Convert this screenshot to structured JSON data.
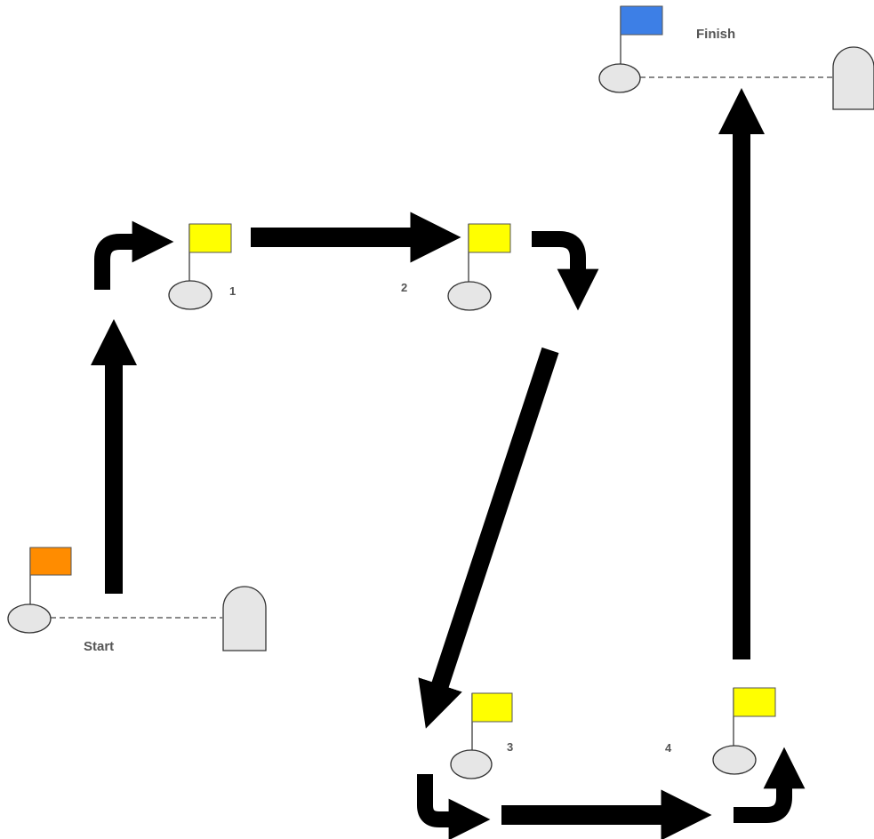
{
  "colors": {
    "start_flag": "#ff8c00",
    "mark_flag": "#ffff00",
    "finish_flag": "#3d7fe6",
    "buoy_fill": "#e6e6e6",
    "buoy_stroke": "#333333",
    "arrow": "#000000"
  },
  "labels": {
    "start": "Start",
    "finish": "Finish",
    "mark1": "1",
    "mark2": "2",
    "mark3": "3",
    "mark4": "4"
  },
  "icons": {
    "flag": "flag-icon",
    "buoy": "buoy-icon",
    "committee_boat": "committee-boat-icon",
    "arrow": "arrow-icon"
  }
}
